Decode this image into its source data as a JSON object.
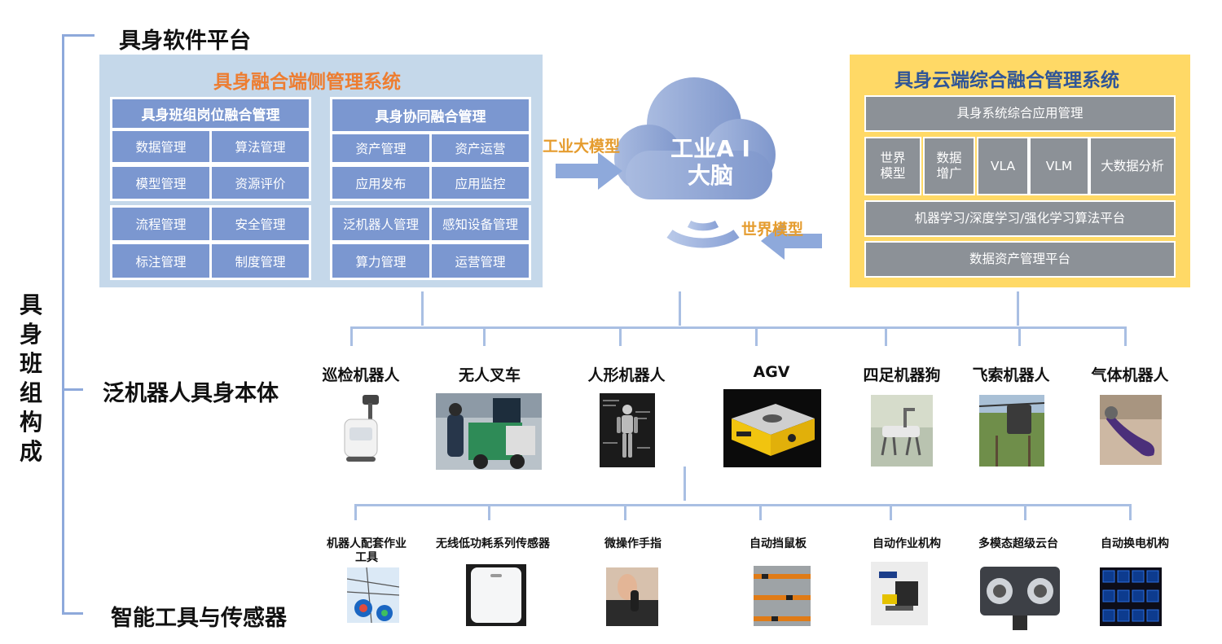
{
  "left_title": [
    "具",
    "身",
    "班",
    "组",
    "构",
    "成"
  ],
  "tiers": {
    "software": "具身软件平台",
    "robots": "泛机器人具身本体",
    "tools": "智能工具与传感器"
  },
  "edge_system": {
    "title": "具身融合端侧管理系统",
    "group_a": {
      "title": "具身班组岗位融合管理",
      "row1": [
        "数据管理",
        "算法管理"
      ],
      "row2": [
        "模型管理",
        "资源评价"
      ],
      "row3": [
        "流程管理",
        "安全管理"
      ],
      "row4": [
        "标注管理",
        "制度管理"
      ]
    },
    "group_b": {
      "title": "具身协同融合管理",
      "row1": [
        "资产管理",
        "资产运营"
      ],
      "row2": [
        "应用发布",
        "应用监控"
      ],
      "row3": [
        "泛机器人管理",
        "感知设备管理"
      ],
      "row4": [
        "算力管理",
        "运营管理"
      ]
    }
  },
  "cloud": {
    "line1": "工业A I",
    "line2": "大脑",
    "in_label": "工业大模型",
    "out_label": "世界模型"
  },
  "cloud_system": {
    "title": "具身云端综合融合管理系统",
    "top": "具身系统综合应用管理",
    "modules": [
      "世界\n模型",
      "数据\n增广",
      "VLA",
      "VLM",
      "大数据分析"
    ],
    "ml_platform": "机器学习/深度学习/强化学习算法平台",
    "data_platform": "数据资产管理平台"
  },
  "robots": [
    "巡检机器人",
    "无人叉车",
    "人形机器人",
    "AGV",
    "四足机器狗",
    "飞索机器人",
    "气体机器人"
  ],
  "tools": [
    "机器人配套作业\n工具",
    "无线低功耗系列传感器",
    "微操作手指",
    "自动挡鼠板",
    "自动作业机构",
    "多模态超级云台",
    "自动换电机构"
  ],
  "colors": {
    "line": "#8ea9db",
    "panel_left": "#c5d8ea",
    "panel_right": "#ffd966",
    "cell_blue": "#7b97d0",
    "cell_gray": "#8c9197",
    "orange": "#ed7d31",
    "navy": "#2f5597",
    "gold": "#e59c2e"
  }
}
